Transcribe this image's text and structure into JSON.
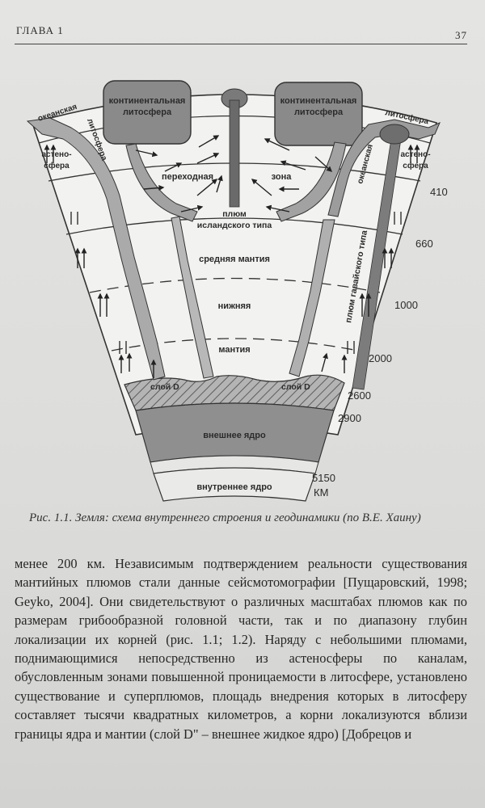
{
  "header": {
    "chapter": "ГЛАВА 1",
    "page_number": "37"
  },
  "figure": {
    "labels": {
      "continental_left": [
        "континентальная",
        "литосфера"
      ],
      "continental_right": [
        "континентальная",
        "литосфера"
      ],
      "oceanic_left": "океанская",
      "lithosphere_left": "литосфера",
      "asthenosphere_left": [
        "астено-",
        "сфера"
      ],
      "oceanic_right": "океанская",
      "lithosphere_right": "литосфера",
      "asthenosphere_right": [
        "астено-",
        "сфера"
      ],
      "transition": "переходная",
      "zone": "зона",
      "plume_iceland": [
        "плюм",
        "исландского типа"
      ],
      "middle_mantle": "средняя мантия",
      "lower": "нижняя",
      "mantle": "мантия",
      "plume_hawaiian": "плюм гавайского типа",
      "layer_d_left": "слой D",
      "layer_d_right": "слой D",
      "outer_core": "внешнее ядро",
      "inner_core": "внутреннее ядро"
    },
    "depths": [
      "410",
      "660",
      "1000",
      "2000",
      "2600",
      "2900",
      "5150",
      "КМ"
    ]
  },
  "caption": "Рис. 1.1. Земля: схема внутреннего строения и геодинамики (по В.Е. Хаину)",
  "body": "менее 200 км. Независимым подтверждением реальности существования мантийных плюмов стали данные сейсмотомографии [Пущаровский, 1998; Geyko, 2004]. Они свидетельствуют о различных масштабах плюмов как по размерам грибообразной головной части, так и по диапазону глубин локализации их корней (рис. 1.1; 1.2). Наряду с небольшими плюмами, поднимающимися непосредственно из астеносферы по каналам, обусловленным зонами повышенной проницаемости в литосфере, установлено существование и суперплюмов, площадь внедрения которых в литосферу составляет тысячи квадратных километров, а корни локализуются вблизи границы ядра и мантии (слой D\" – внешнее жидкое ядро) [Добрецов и"
}
